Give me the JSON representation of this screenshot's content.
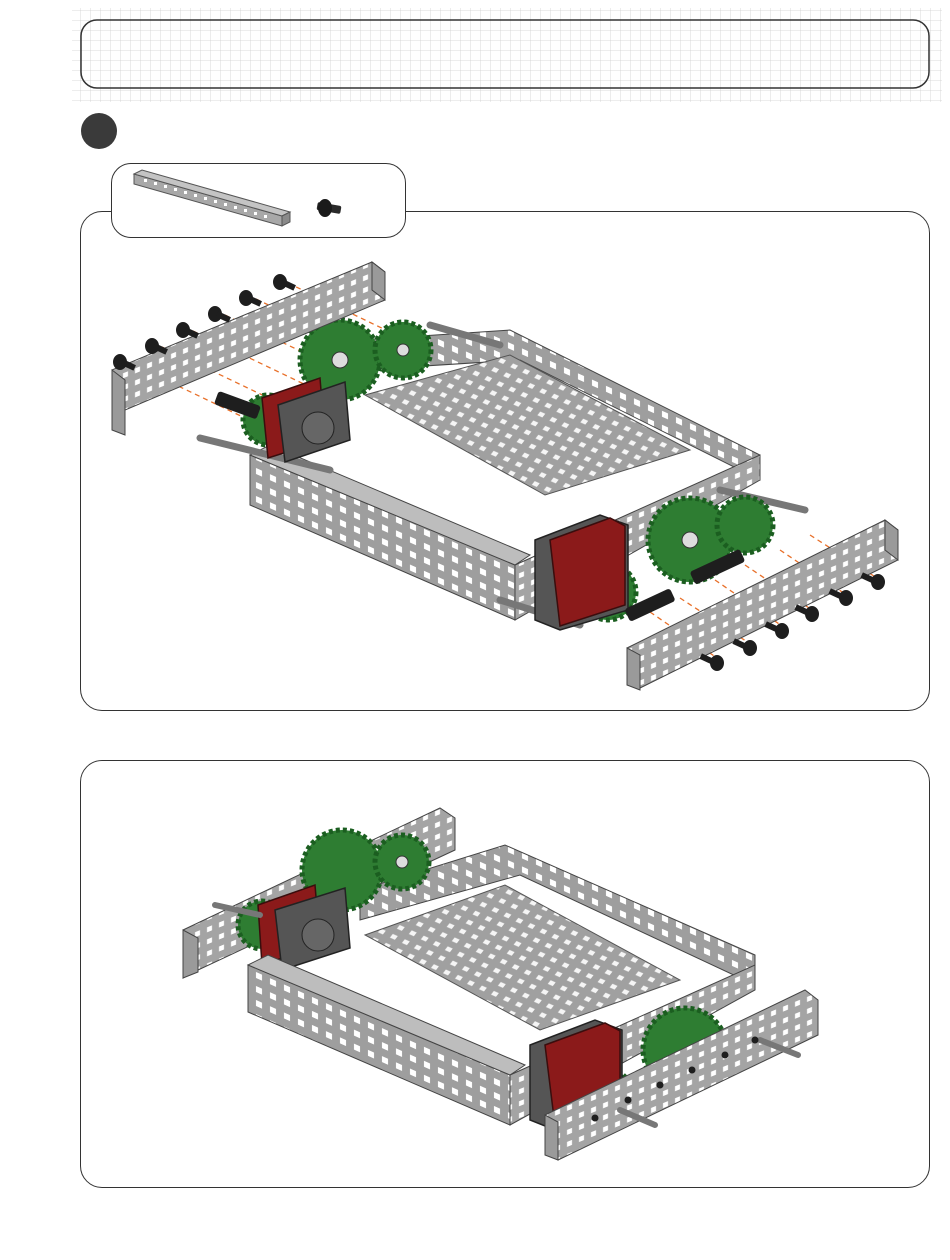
{
  "header": {
    "title": "",
    "grid_color": "#c8c8c8",
    "frame_color": "#333333"
  },
  "step": {
    "number": ""
  },
  "parts_callout": {
    "items": [
      {
        "name": "metal-channel-bar",
        "quantity": ""
      },
      {
        "name": "screw",
        "quantity": ""
      }
    ]
  },
  "panels": {
    "exploded": {
      "name": "exploded-view"
    },
    "assembled": {
      "name": "assembled-view"
    }
  },
  "colors": {
    "metal": "#9a9a9a",
    "metal_dark": "#6e6e6e",
    "gear_green": "#2e7d32",
    "gear_green_dark": "#1b5e20",
    "motor_red": "#8b1a1a",
    "black": "#1e1e1e",
    "guide_line": "#e8702a"
  }
}
